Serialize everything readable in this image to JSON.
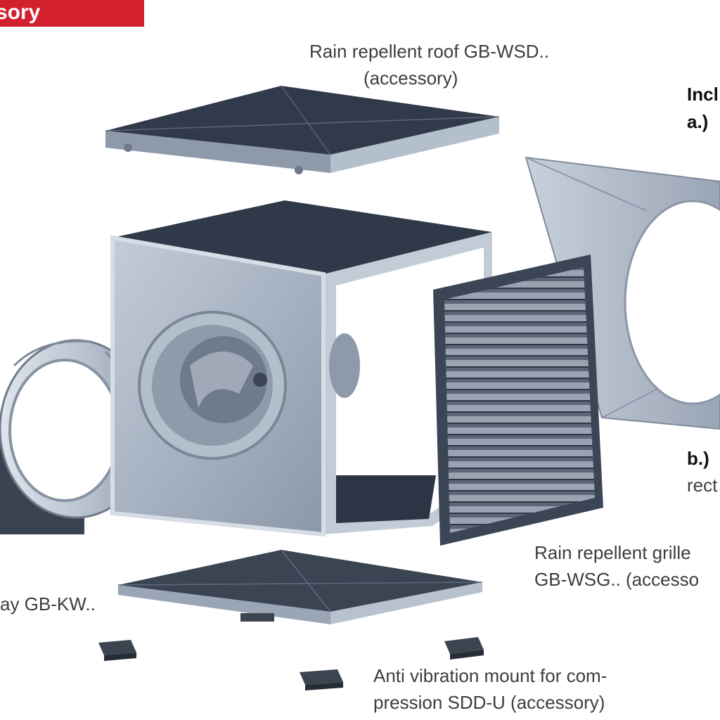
{
  "header": {
    "title": "sory"
  },
  "labels": {
    "roof_line1": "Rain repellent roof  GB-WSD..",
    "roof_line2": "(accessory)",
    "included_title": "Incl",
    "item_a": "a.)",
    "item_b": "b.)",
    "item_b_text": "rect",
    "grille_line1": "Rain repellent grille",
    "grille_line2": "GB-WSG.. (accesso",
    "left_label": "ay GB-KW..",
    "mount_line1": "Anti vibration mount for com-",
    "mount_line2": "pression SDD-U (accessory)"
  },
  "colors": {
    "accent": "#d3202f",
    "panel_dark": "#2e3848",
    "metal": "#a9b4c3"
  }
}
